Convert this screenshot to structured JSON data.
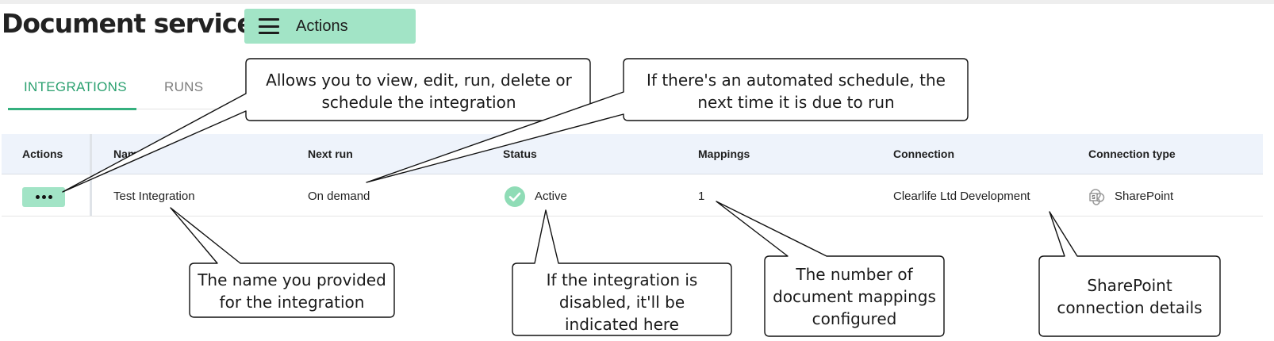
{
  "page": {
    "title": "Document services",
    "actions_button_label": "Actions"
  },
  "tabs": [
    {
      "label": "INTEGRATIONS",
      "active": true
    },
    {
      "label": "RUNS",
      "active": false
    }
  ],
  "table": {
    "columns": [
      "Actions",
      "Name",
      "Next run",
      "Status",
      "Mappings",
      "Connection",
      "Connection type"
    ],
    "row": {
      "name": "Test Integration",
      "next_run": "On demand",
      "status": "Active",
      "mappings": "1",
      "connection": "Clearlife Ltd Development",
      "connection_type": "SharePoint"
    }
  },
  "callouts": {
    "actions": "Allows you to view, edit, run, delete or schedule the integration",
    "next_run": "If there's an automated schedule, the next time it is due to run",
    "name": "The name you provided for the integration",
    "status": "If the integration is disabled, it'll be indicated here",
    "mappings": "The number of document mappings configured",
    "connection": "SharePoint connection details"
  },
  "colors": {
    "accent_green": "#35b07e",
    "button_green": "#a2e4c6",
    "header_bg": "#eef3fb",
    "active_status": "#8fdcb6"
  },
  "icons": {
    "menu": "hamburger-icon",
    "row_actions": "more-horizontal-icon",
    "status": "check-circle-icon",
    "connection_type": "sharepoint-icon"
  }
}
